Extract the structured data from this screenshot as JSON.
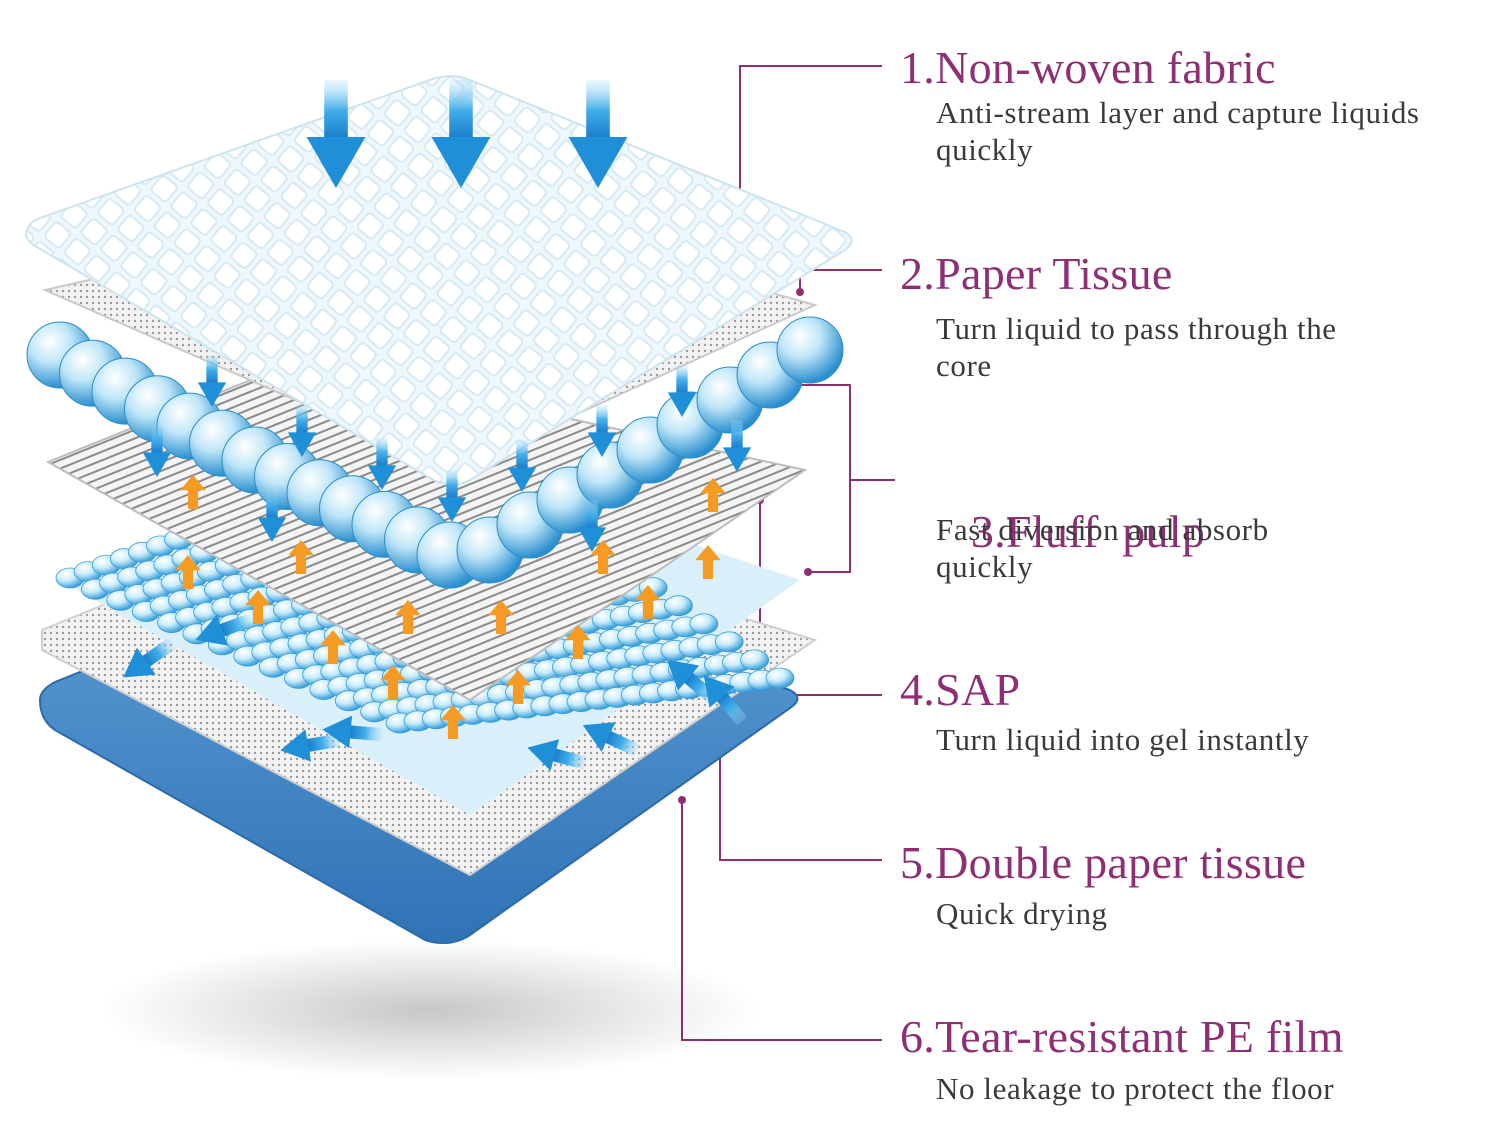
{
  "layers": [
    {
      "number": "1.",
      "name": "Non-woven fabric",
      "description": "Anti-stream layer and capture liquids quickly"
    },
    {
      "number": "2.",
      "name": "Paper Tissue",
      "description": "Turn liquid to pass through the core"
    },
    {
      "number": "3.",
      "name": "Fluff  pulp",
      "description": "Fast diversion and absorb quickly"
    },
    {
      "number": "4.",
      "name": "SAP",
      "description": "Turn liquid into gel instantly"
    },
    {
      "number": "5.",
      "name": "Double paper tissue",
      "description": "Quick drying"
    },
    {
      "number": "6.",
      "name": "Tear-resistant PE film",
      "description": "No leakage to protect the floor"
    }
  ],
  "colors": {
    "label": "#8e2f74",
    "leader_line": "#8e2f74",
    "description": "#3a3a3a",
    "pe_film": "#3f84c2",
    "liquid_arrow": "#2a9ee0",
    "lift_arrow": "#f59a23",
    "bead": "#bfe6f8"
  }
}
